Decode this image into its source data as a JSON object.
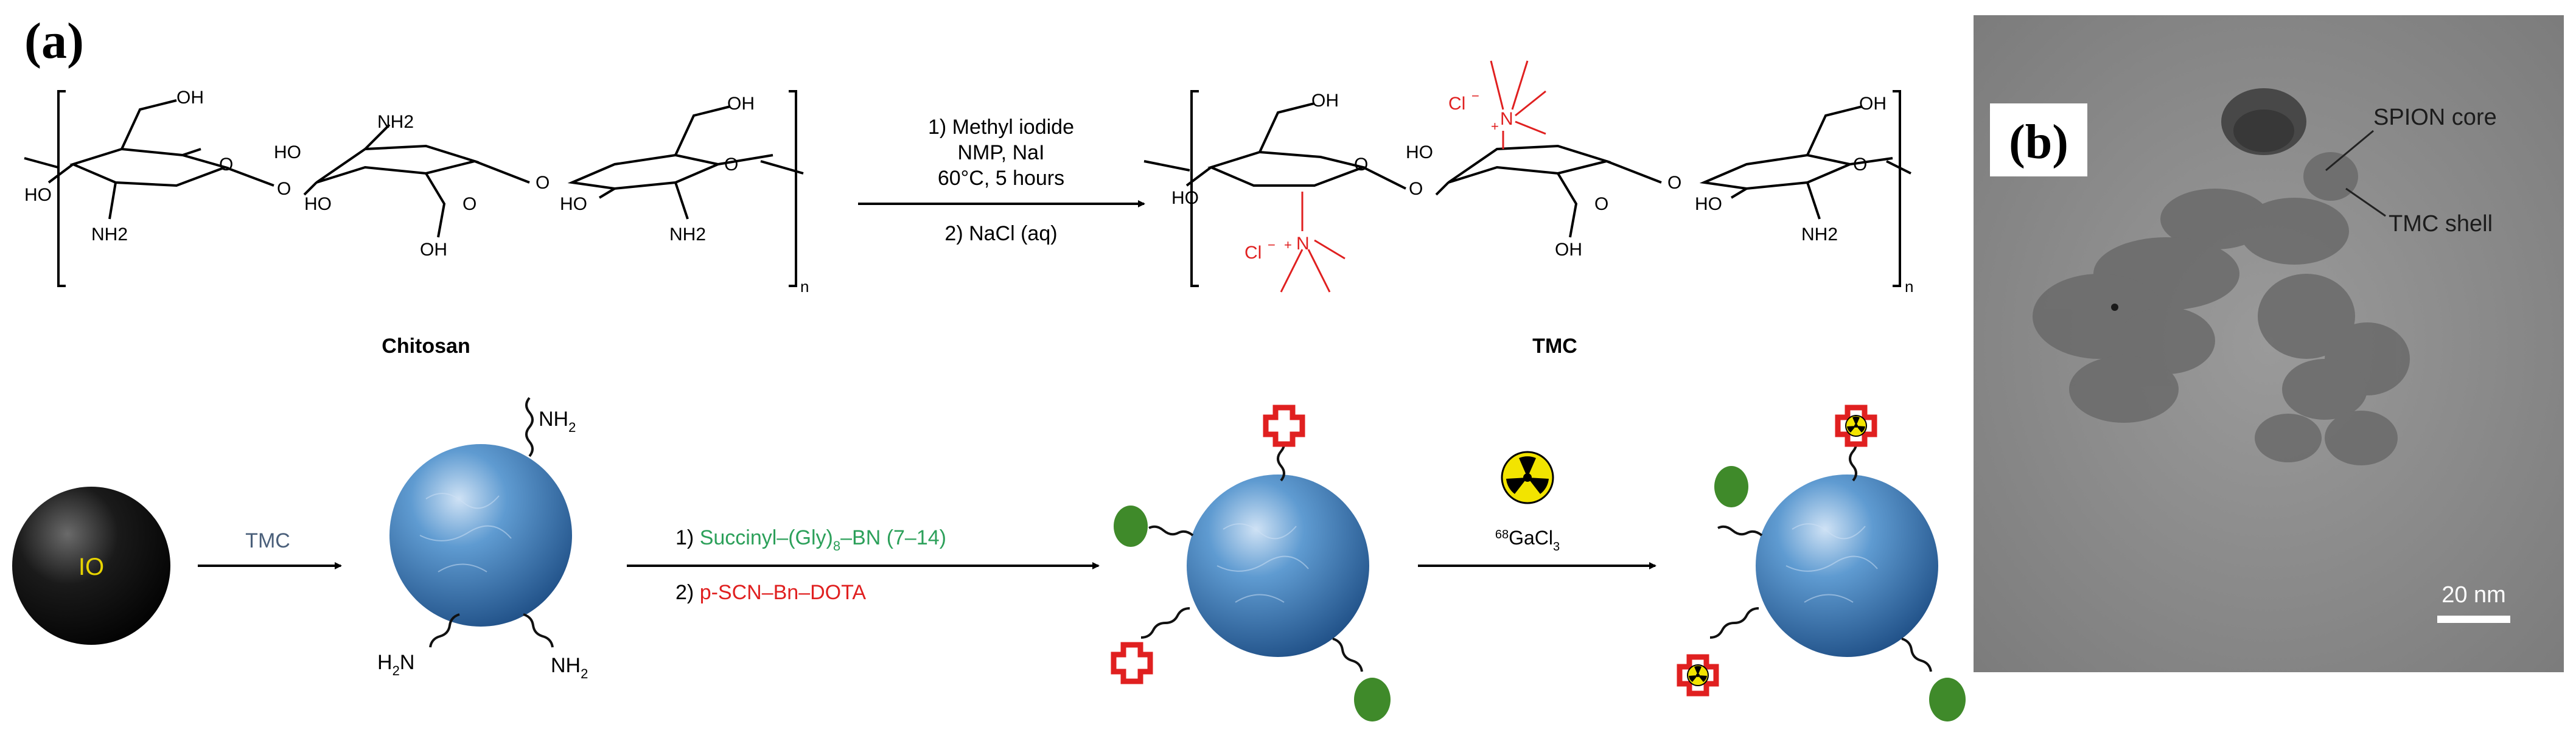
{
  "panel_a": {
    "label": "(a)",
    "chitosan": {
      "name": "Chitosan",
      "oh_top_left": "OH",
      "ho_left": "HO",
      "nh2_left": "NH2",
      "ho_mid": "HO",
      "nh2_mid": "NH2",
      "oh_mid_bottom": "OH",
      "oh_top_right": "OH",
      "ho_right": "HO",
      "nh2_right": "NH2",
      "repeat_n": "n"
    },
    "reaction_1": {
      "line1": "1) Methyl iodide",
      "line2": "NMP, NaI",
      "line3": "60°C, 5 hours",
      "line4": "2) NaCl (aq)"
    },
    "tmc": {
      "name": "TMC",
      "oh_top_left": "OH",
      "ho_left": "HO",
      "cl_left": "Cl",
      "n_left": "N",
      "ho_mid": "HO",
      "cl_top": "Cl",
      "n_top": "N",
      "oh_mid_bottom": "OH",
      "oh_top_right": "OH",
      "ho_right": "HO",
      "nh2_right": "NH2",
      "repeat_n": "n"
    },
    "synthesis": {
      "core_label": "IO",
      "arrow1_label": "TMC",
      "nh2_top": "NH",
      "h2n_bottom": "H",
      "nh2_bottom": "NH",
      "step2_line1_prefix": "1) ",
      "step2_line1_green_a": "Succinyl–(Gly)",
      "step2_line1_sub": "8",
      "step2_line1_green_b": "–BN (7–14)",
      "step2_line2_prefix": "2) ",
      "step2_line2_red": "p-SCN–Bn–DOTA",
      "step3_sup": "68",
      "step3_label": "GaCl",
      "step3_sub": "3"
    },
    "colors": {
      "green": "#2ca05a",
      "red": "#e02020",
      "ball": "#3a7fc0",
      "arrow_text": "#4a5f7a",
      "io_text": "#e8d400",
      "leaf": "#3f8a2a"
    }
  },
  "panel_b": {
    "label": "(b)",
    "spion_core": "SPION core",
    "tmc_shell": "TMC shell",
    "scale_bar": "20 nm"
  }
}
